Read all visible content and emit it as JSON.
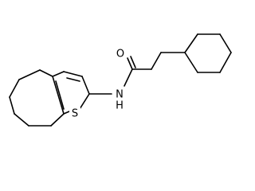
{
  "molecule": {
    "atoms": {
      "oxygen": "O",
      "nitrogen_hydrogen": "N\nH",
      "nitrogen": "N",
      "hydrogen": "H",
      "sulfur": "S"
    },
    "colors": {
      "bond": "#000000",
      "label": "#000000",
      "background": "#ffffff"
    }
  }
}
